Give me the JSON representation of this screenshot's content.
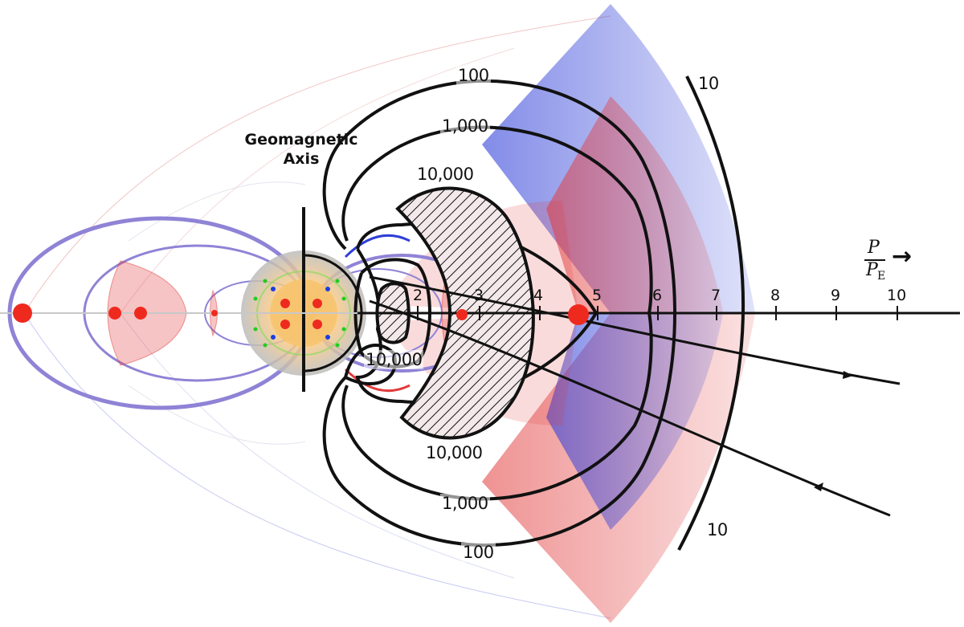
{
  "diagram": {
    "axis_title_line1": "Geomagnetic",
    "axis_title_line2": "Axis",
    "ratio_numerator": "P",
    "ratio_denominator": "P",
    "ratio_subscript": "E",
    "ratio_arrow": "→",
    "axis_ticks": [
      "2",
      "3",
      "4",
      "5",
      "6",
      "7",
      "8",
      "9",
      "10"
    ],
    "contour_labels": {
      "top_100": "100",
      "top_1000": "1,000",
      "top_10000": "10,000",
      "inner_10000": "10,000",
      "bottom_10000": "10,000",
      "bottom_1000": "1,000",
      "bottom_100": "100",
      "top_10": "10",
      "bottom_10": "10"
    },
    "colors": {
      "contour": "#111111",
      "orbit_ellipse": "#8f83d6",
      "body_red": "#ee2a1f",
      "map_red": "#e23a3a",
      "map_blue": "#2f3fd8",
      "dot_green": "#22cc22",
      "dot_blue": "#1a3fe0",
      "planet_core": "#f0b060"
    }
  }
}
